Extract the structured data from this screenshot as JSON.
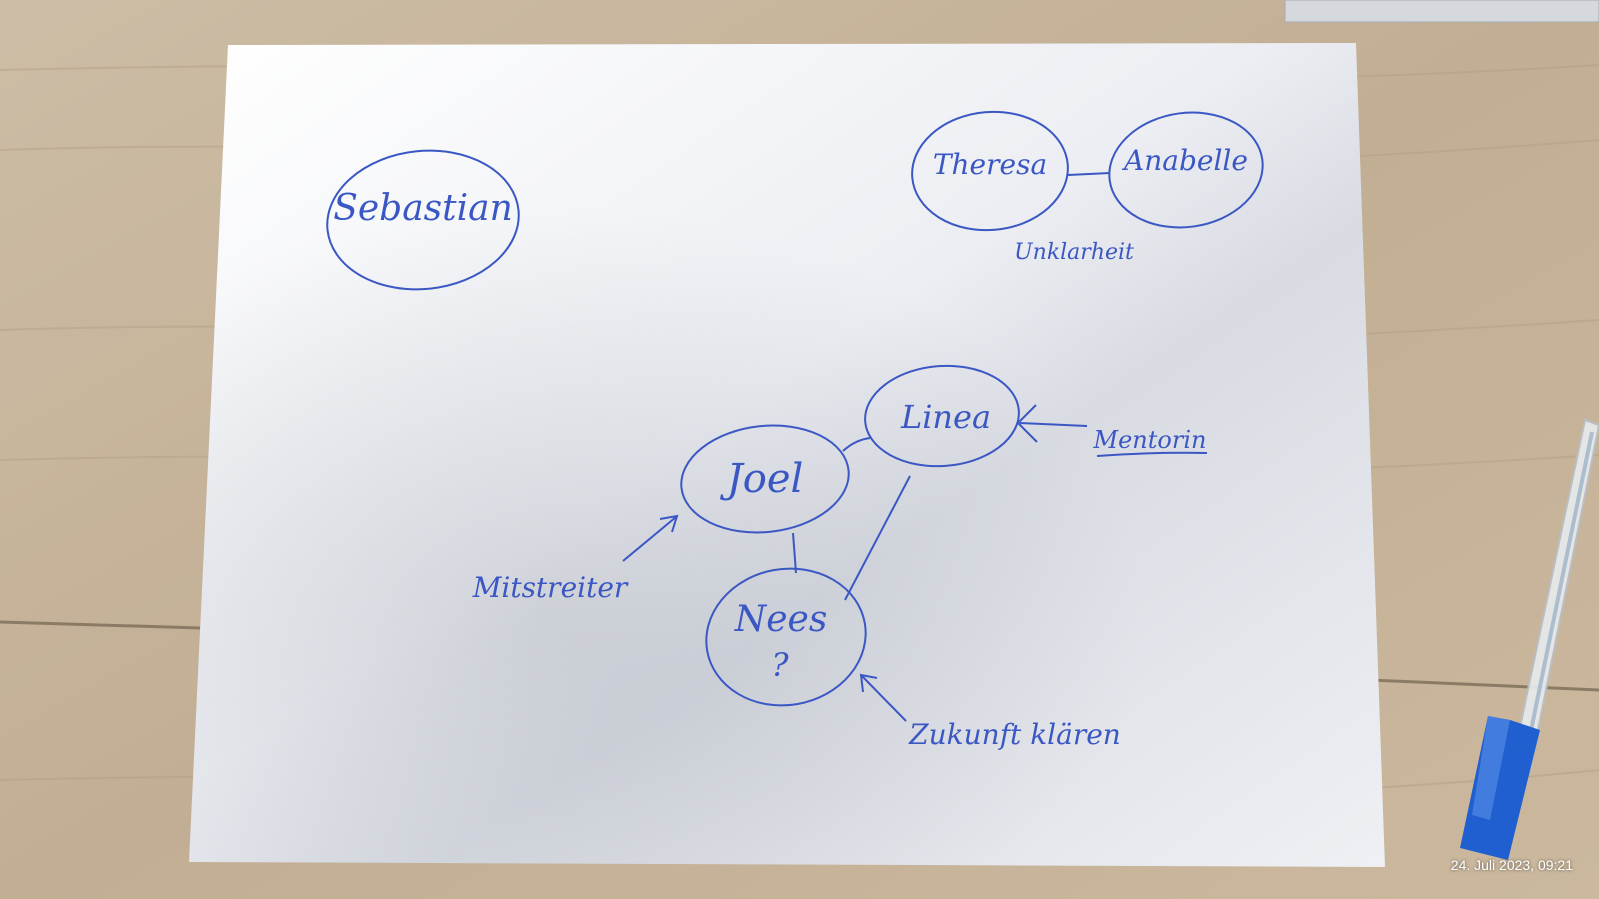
{
  "photo": {
    "subject": "hand-drawn relationship sketch on paper",
    "ink_color": "#3a57c4",
    "paper_color": "#f2f3f6",
    "table_color": "#c8b69d"
  },
  "nodes": {
    "sebastian": "Sebastian",
    "theresa": "Theresa",
    "annabelle": "Anabelle",
    "linea": "Linea",
    "joel": "Joel",
    "nees": "Nees",
    "nees_mark": "?"
  },
  "labels": {
    "theresa_annabelle": "Unklarheit",
    "linea_arrow": "Mentorin",
    "joel_arrow": "Mitstreiter",
    "nees_arrow": "Zukunft klären"
  },
  "timestamp": "24. Juli 2023, 09:21"
}
